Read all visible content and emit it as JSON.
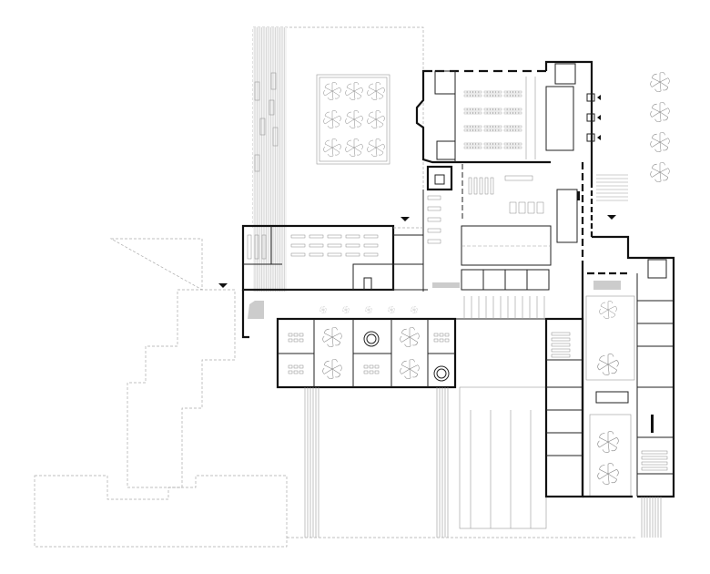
{
  "drawing": {
    "type": "architectural floor plan",
    "colors": {
      "wall": "#111111",
      "line": "#999999",
      "dashed": "#aaaaaa",
      "background": "#ffffff"
    },
    "trees_courtyard_grid": [
      3,
      3
    ],
    "trees_right_column": 4
  }
}
